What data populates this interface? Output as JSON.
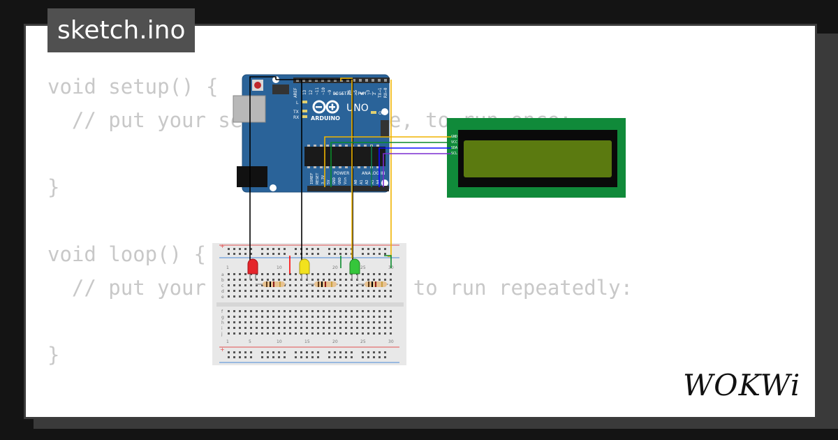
{
  "file_tab": {
    "label": "sketch.ino"
  },
  "code_lines": [
    "void setup() {",
    "  // put your setup code here, to run once:",
    "",
    "}",
    "",
    "void loop() {",
    "  // put your main code here, to run repeatedly:",
    "",
    "}"
  ],
  "board": {
    "brand": "ARDUINO",
    "model": "UNO",
    "digital_label": "DIGITAL (PWM ~)",
    "power_label": "POWER",
    "analog_label": "ANALOG IN",
    "on_label": "ON",
    "aref": "AREF",
    "l_label": "L",
    "tx_label": "TX",
    "rx_label": "RX",
    "digital_pins": [
      "13",
      "12",
      "~11",
      "~10",
      "~9",
      "8",
      "7",
      "~6",
      "~5",
      "4",
      "~3",
      "2",
      "TX→1",
      "RX←0"
    ],
    "power_pins": [
      "IOREF",
      "RESET",
      "3.3V",
      "5V",
      "GND",
      "GND",
      "Vin"
    ],
    "analog_pins": [
      "A0",
      "A1",
      "A2",
      "A3",
      "A4",
      "A5"
    ]
  },
  "lcd": {
    "pins": [
      "GND",
      "VCC",
      "SDA",
      "SCL"
    ]
  },
  "breadboard": {
    "top_numbers": [
      "1",
      "5",
      "10",
      "15",
      "20",
      "25",
      "30"
    ],
    "bottom_numbers": [
      "1",
      "5",
      "10",
      "15",
      "20",
      "25",
      "30"
    ],
    "top_rows": [
      "a",
      "b",
      "c",
      "d",
      "e"
    ],
    "bottom_rows": [
      "f",
      "g",
      "h",
      "i",
      "j"
    ]
  },
  "leds": [
    {
      "color": "#e5252b"
    },
    {
      "color": "#f2e21e"
    },
    {
      "color": "#35c63b"
    }
  ],
  "wire_colors": {
    "gnd": "#000000",
    "red": "#ff0000",
    "yellow": "#f0b400",
    "green": "#0a8a2a",
    "blue": "#0a0aff",
    "purple": "#7a2bd0",
    "teal": "#0c7a4a"
  },
  "brand_logo": {
    "text": "WOKWi"
  }
}
